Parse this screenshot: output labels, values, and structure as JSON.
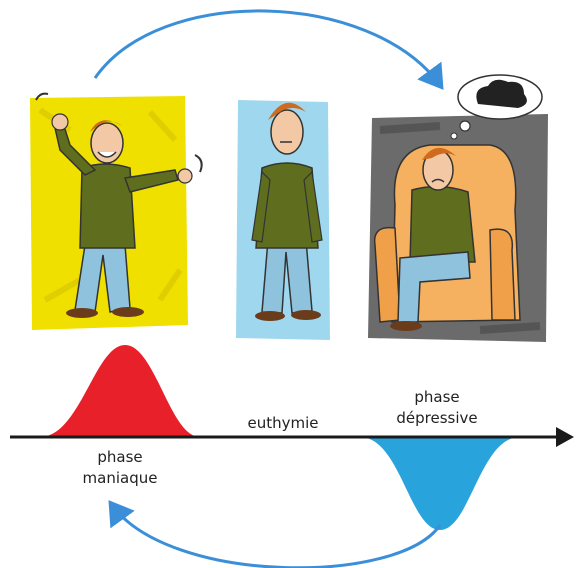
{
  "labels": {
    "mania": [
      "phase",
      "maniaque"
    ],
    "euthymia": "euthymie",
    "depression": [
      "phase",
      "dépressive"
    ]
  },
  "colors": {
    "mania_curve": "#e8202a",
    "depression_curve": "#29a3dc",
    "cycle_arrow": "#3a8fd8",
    "axis": "#1a1a1a",
    "mania_panel": "#f0e000",
    "euthymia_panel": "#9fd8ee",
    "depression_panel": "#6b6b6b",
    "armchair": "#f5b060",
    "shirt": "#5e6e1e",
    "trousers": "#8fc2dc",
    "hair": "#d06a1e",
    "thought_cloud": "#222222"
  },
  "icons": {
    "top_arrow": "curved-arrow-right-icon",
    "bottom_arrow": "curved-arrow-left-icon",
    "axis_arrow": "arrow-right-icon"
  }
}
